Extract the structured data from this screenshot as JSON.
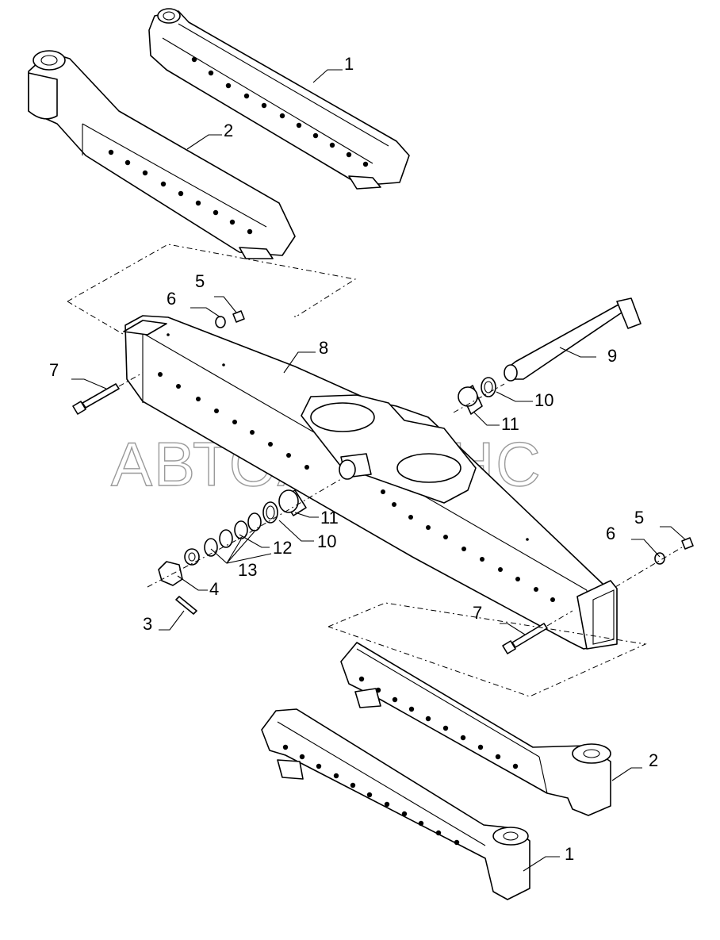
{
  "watermark": "АВТОАЛЬЯНС",
  "callouts": {
    "c1_top": "1",
    "c2_top": "2",
    "c5_left": "5",
    "c6_left": "6",
    "c7_left": "7",
    "c8": "8",
    "c9": "9",
    "c10_right": "10",
    "c11_right": "11",
    "c11_left": "11",
    "c10_left": "10",
    "c12": "12",
    "c13": "13",
    "c4": "4",
    "c3": "3",
    "c5_right": "5",
    "c6_right": "6",
    "c7_right": "7",
    "c2_bottom": "2",
    "c1_bottom": "1"
  }
}
